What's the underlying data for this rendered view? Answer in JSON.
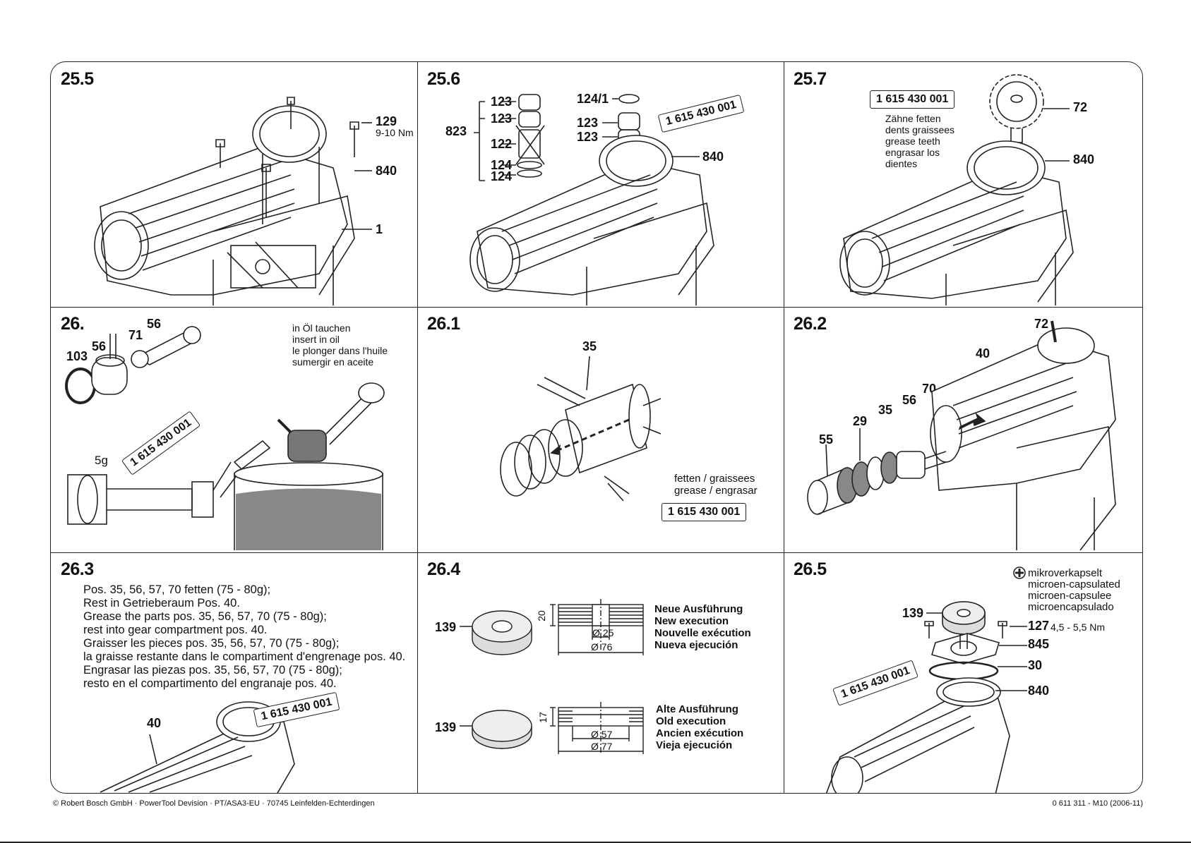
{
  "panels": {
    "p255": {
      "num": "25.5",
      "l129": "129",
      "torque": "9-10 Nm",
      "l840": "840",
      "l1": "1"
    },
    "p256": {
      "num": "25.6",
      "l823": "823",
      "l123a": "123",
      "l123b": "123",
      "l122": "122",
      "l124a": "124",
      "l124b": "124",
      "l1241": "124/1",
      "l123c": "123",
      "l123d": "123",
      "l840": "840",
      "tube": "1 615 430 001"
    },
    "p257": {
      "num": "25.7",
      "tube": "1 615 430 001",
      "note1": "Zähne fetten",
      "note2": "dents graissees",
      "note3": "grease teeth",
      "note4": "engrasar los",
      "note5": "dientes",
      "l72": "72",
      "l840": "840"
    },
    "p26": {
      "num": "26.",
      "l56a": "56",
      "l71": "71",
      "l56b": "56",
      "l103": "103",
      "l5g": "5g",
      "tube": "1 615 430 001",
      "oil1": "in Öl tauchen",
      "oil2": "insert in oil",
      "oil3": "le plonger dans l'huile",
      "oil4": "sumergir en aceite"
    },
    "p261": {
      "num": "26.1",
      "l35": "35",
      "g1": "fetten / graissees",
      "g2": "grease / engrasar",
      "tube": "1 615 430 001"
    },
    "p262": {
      "num": "26.2",
      "l72": "72",
      "l40": "40",
      "l70": "70",
      "l56": "56",
      "l35": "35",
      "l29": "29",
      "l55": "55"
    },
    "p263": {
      "num": "26.3",
      "lines": [
        "Pos. 35, 56, 57, 70 fetten (75 - 80g);",
        "Rest in Getrieberaum Pos. 40.",
        "Grease the parts pos. 35, 56, 57, 70 (75 - 80g);",
        "rest into gear compartment pos. 40.",
        "Graisser les pieces pos. 35, 56, 57, 70 (75 - 80g);",
        "la graisse restante dans le compartiment d'engrenage pos. 40.",
        "Engrasar las piezas pos. 35, 56, 57, 70 (75 - 80g);",
        "resto en el compartimento del engranaje pos. 40."
      ],
      "l40": "40",
      "tube": "1 615 430 001"
    },
    "p264": {
      "num": "26.4",
      "l139a": "139",
      "h20": "20",
      "d25": "Ø 25",
      "d76": "Ø 76",
      "new1": "Neue Ausführung",
      "new2": "New execution",
      "new3": "Nouvelle exécution",
      "new4": "Nueva ejecución",
      "l139b": "139",
      "h17": "17",
      "d57": "Ø 57",
      "d77": "Ø 77",
      "old1": "Alte Ausführung",
      "old2": "Old execution",
      "old3": "Ancien exécution",
      "old4": "Vieja ejecución"
    },
    "p265": {
      "num": "26.5",
      "m1": "mikroverkapselt",
      "m2": "microen-capsulated",
      "m3": "microen-capsulee",
      "m4": "microencapsulado",
      "l139": "139",
      "l127": "127",
      "torque": "4,5 - 5,5 Nm",
      "l845": "845",
      "l30": "30",
      "l840": "840",
      "tube": "1 615 430 001"
    }
  },
  "footer": {
    "left": "© Robert Bosch GmbH · PowerTool Devision · PT/ASA3-EU · 70745 Leinfelden-Echterdingen",
    "right": "0 611 311 - M10 (2006-11)"
  }
}
